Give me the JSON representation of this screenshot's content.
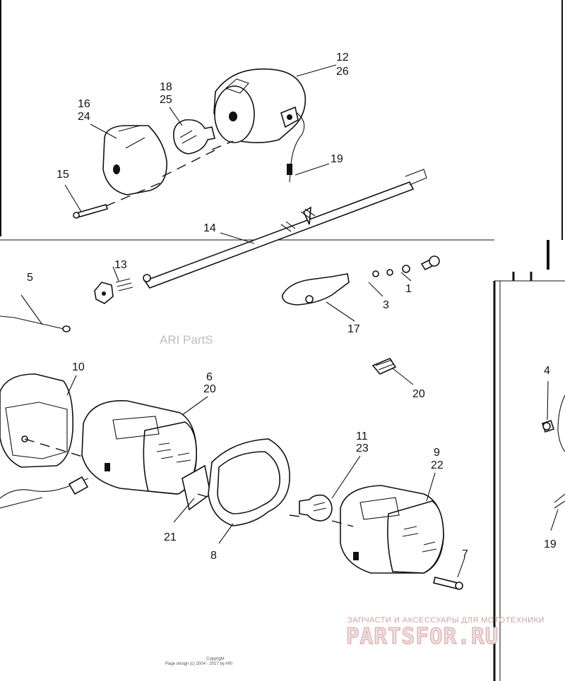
{
  "callouts": {
    "c1": "1",
    "c3": "3",
    "c4": "4",
    "c5": "5",
    "c6": "6",
    "c7": "7",
    "c8": "8",
    "c9": "9",
    "c10": "10",
    "c11": "11",
    "c12": "12",
    "c13": "13",
    "c14": "14",
    "c15": "15",
    "c16": "16",
    "c17": "17",
    "c18": "18",
    "c19a": "19",
    "c19b": "19",
    "c20a": "20",
    "c20b": "20",
    "c21": "21",
    "c22": "22",
    "c23": "23",
    "c24": "24",
    "c25": "25",
    "c26": "26"
  },
  "watermark": {
    "ari": "ARI PartS",
    "copyright": "Copyright",
    "page_design": "Page design (c) 2004 - 2017 by ARI"
  },
  "brand": {
    "tagline": "ЗАПЧАСТИ И АКСЕССУАРЫ ДЛЯ МОТОТЕХНИКИ",
    "logo": "PARTSFOR.RU"
  },
  "colors": {
    "line": "#111111",
    "brand": "#d9aeb0",
    "watermark": "#bdbdbd"
  }
}
